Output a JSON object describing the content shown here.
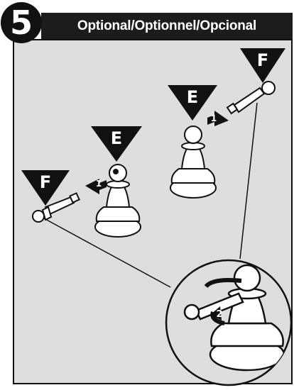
{
  "header": {
    "step_number": "5",
    "title": "Optional/Optionnel/Opcional"
  },
  "callouts": {
    "part_f_left": "F",
    "part_f_right": "F",
    "part_e_left": "E",
    "part_e_right": "E"
  },
  "arrows": {
    "insert_arrow_left": "1",
    "insert_arrow_right": "1",
    "rotate_arrow": "2"
  },
  "colors": {
    "panel_background": "#dedede",
    "header_background": "#1c1c1c",
    "outline": "#111111"
  }
}
